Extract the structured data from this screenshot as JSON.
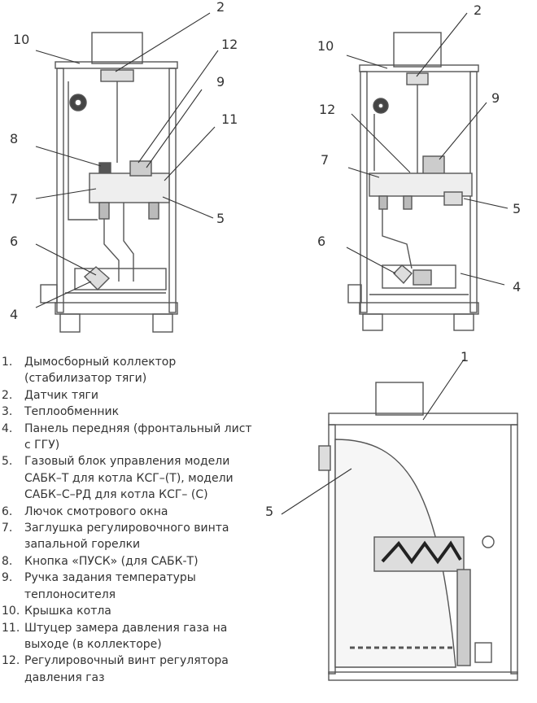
{
  "callouts": {
    "left": [
      "10",
      "2",
      "12",
      "9",
      "11",
      "8",
      "7",
      "5",
      "6",
      "4"
    ],
    "middle": [
      "2",
      "10",
      "12",
      "9",
      "7",
      "5",
      "6",
      "4"
    ],
    "bottom": [
      "1",
      "5"
    ]
  },
  "legend": [
    {
      "num": "1.",
      "text": "Дымосборный коллектор (стабилизатор тяги)"
    },
    {
      "num": "2.",
      "text": "Датчик тяги"
    },
    {
      "num": "3.",
      "text": "Теплообменник"
    },
    {
      "num": "4.",
      "text": "Панель передняя (фронтальный лист с ГГУ)"
    },
    {
      "num": "5.",
      "text": "Газовый блок управления модели САБК–Т для котла КСГ–(Т), модели САБК–С–РД для котла КСГ– (С)"
    },
    {
      "num": "6.",
      "text": "Лючок смотрового окна"
    },
    {
      "num": "7.",
      "text": "Заглушка регулировочного винта запальной горелки"
    },
    {
      "num": "8.",
      "text": "Кнопка «ПУСК» (для САБК-Т)"
    },
    {
      "num": "9.",
      "text": "Ручка задания температуры теплоносителя"
    },
    {
      "num": "10.",
      "text": "Крышка котла"
    },
    {
      "num": "11.",
      "text": "Штуцер замера давления газа на выходе (в коллекторе)"
    },
    {
      "num": "12.",
      "text": "Регулировочный винт регулятора давления газ"
    }
  ]
}
